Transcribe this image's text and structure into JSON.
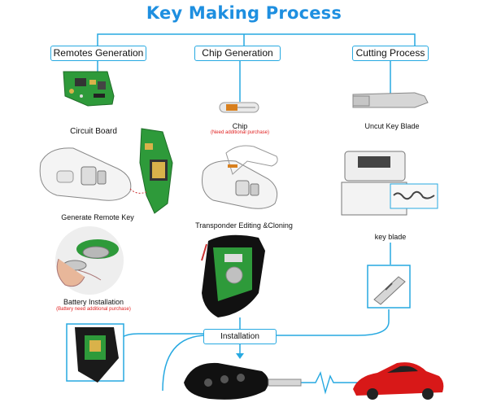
{
  "title": "Key Making Process",
  "columns": {
    "remotes": "Remotes Generation",
    "chip": "Chip Generation",
    "cutting": "Cutting Process"
  },
  "labels": {
    "circuit_board": "Circuit Board",
    "generate_remote_key": "Generate Remote Key",
    "battery_installation": "Battery Installation",
    "battery_note": "(Battery need additional purchase)",
    "chip": "Chip",
    "chip_note": "(Need additional purchase)",
    "transponder": "Transponder Editing &Cloning",
    "uncut_blade": "Uncut Key  Blade",
    "key_blade": "key blade",
    "installation": "Installation"
  },
  "colors": {
    "accent": "#27a9e1",
    "title": "#1e8fe0",
    "pcb": "#2e9a3a",
    "note": "#e02020",
    "car": "#d81818"
  }
}
